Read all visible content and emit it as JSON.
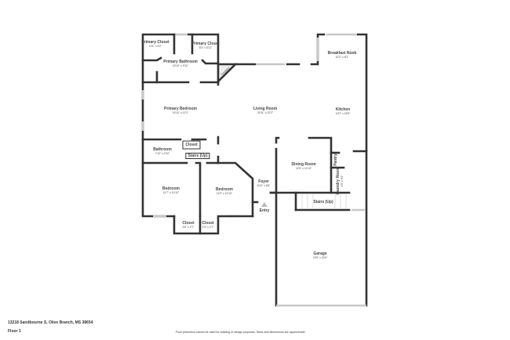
{
  "rooms": [
    {
      "name": "Primary Closet",
      "dims": "4'11\" x 5'2\""
    },
    {
      "name": "Primary Closet",
      "dims": "5'3\" x 5'11\""
    },
    {
      "name": "Primary Bathroom",
      "dims": "15'10\" x 9'11\""
    },
    {
      "name": "Primary Bedroom",
      "dims": "15'10\" x 12'1\""
    },
    {
      "name": "Living Room",
      "dims": "20'11\" x 22'2\""
    },
    {
      "name": "Breakfast Nook",
      "dims": "10'2\" x 8'1\""
    },
    {
      "name": "Kitchen",
      "dims": "10'2\" x 15'9\""
    },
    {
      "name": "Bathroom",
      "dims": "7'10\" x 4'10\""
    },
    {
      "name": "Closet",
      "dims": ""
    },
    {
      "name": "Stairs (Up)",
      "dims": ""
    },
    {
      "name": "Dining Room",
      "dims": "11'6\" x 11'10\""
    },
    {
      "name": "Pantry",
      "dims": ""
    },
    {
      "name": "Laundry Room",
      "dims": "3'5\" x 5'5\""
    },
    {
      "name": "Bedroom",
      "dims": "11'7\" x 10'10\""
    },
    {
      "name": "Bedroom",
      "dims": "11'0\" x 10'10\""
    },
    {
      "name": "Foyer",
      "dims": "6'10\" x 6'5\""
    },
    {
      "name": "Entry",
      "dims": ""
    },
    {
      "name": "Stairs (Up)",
      "dims": ""
    },
    {
      "name": "Closet",
      "dims": "4'6\" x 2'7\""
    },
    {
      "name": "Closet",
      "dims": "2'4\" x 2'7\""
    },
    {
      "name": "Garage",
      "dims": "19'9\" x 22'6\""
    },
    {
      "name": "Fireplace",
      "dims": ""
    }
  ],
  "footer": {
    "address": "13218 Sandbourne S, Olive Branch, MS 38654",
    "floor": "Floor 1",
    "disclaimer": "Floor plans/tour cannot be used for building or design purposes. Sizes and dimensions are approximate."
  },
  "colors": {
    "wall": "#333333",
    "window": "#c8c8c8"
  }
}
